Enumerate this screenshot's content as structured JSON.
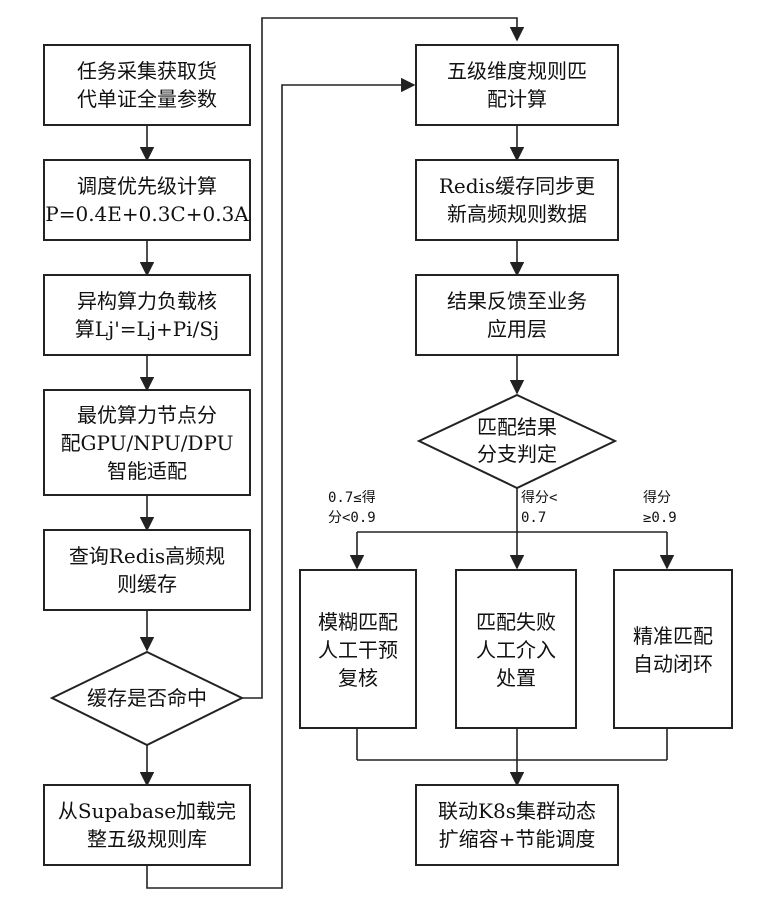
{
  "nodes": {
    "task_collect": {
      "lines": [
        "任务采集获取货",
        "代单证全量参数"
      ]
    },
    "priority_calc": {
      "lines": [
        "调度优先级计算",
        "P=0.4E+0.3C+0.3A"
      ]
    },
    "load_calc": {
      "lines": [
        "异构算力负载核",
        "算Lj'=Lj+Pi/Sj"
      ]
    },
    "node_assign": {
      "lines": [
        "最优算力节点分",
        "配GPU/NPU/DPU",
        "智能适配"
      ]
    },
    "query_cache": {
      "lines": [
        "查询Redis高频规",
        "则缓存"
      ]
    },
    "cache_hit": {
      "lines": [
        "缓存是否命中"
      ]
    },
    "load_supabase": {
      "lines": [
        "从Supabase加载完",
        "整五级规则库"
      ]
    },
    "five_level_match": {
      "lines": [
        "五级维度规则匹",
        "配计算"
      ]
    },
    "redis_sync": {
      "lines": [
        "Redis缓存同步更",
        "新高频规则数据"
      ]
    },
    "feedback": {
      "lines": [
        "结果反馈至业务",
        "应用层"
      ]
    },
    "branch_decision": {
      "lines": [
        "匹配结果",
        "分支判定"
      ]
    },
    "fuzzy_match": {
      "lines": [
        "模糊匹配",
        "人工干预",
        "复核"
      ]
    },
    "match_fail": {
      "lines": [
        "匹配失败",
        "人工介入",
        "处置"
      ]
    },
    "exact_match": {
      "lines": [
        "精准匹配",
        "自动闭环"
      ]
    },
    "k8s_scale": {
      "lines": [
        "联动K8s集群动态",
        "扩缩容+节能调度"
      ]
    }
  },
  "edge_labels": {
    "fuzzy": [
      "0.7≤得",
      "分<0.9"
    ],
    "fail": [
      "得分<",
      "0.7"
    ],
    "exact": [
      "得分",
      "≥0.9"
    ]
  }
}
